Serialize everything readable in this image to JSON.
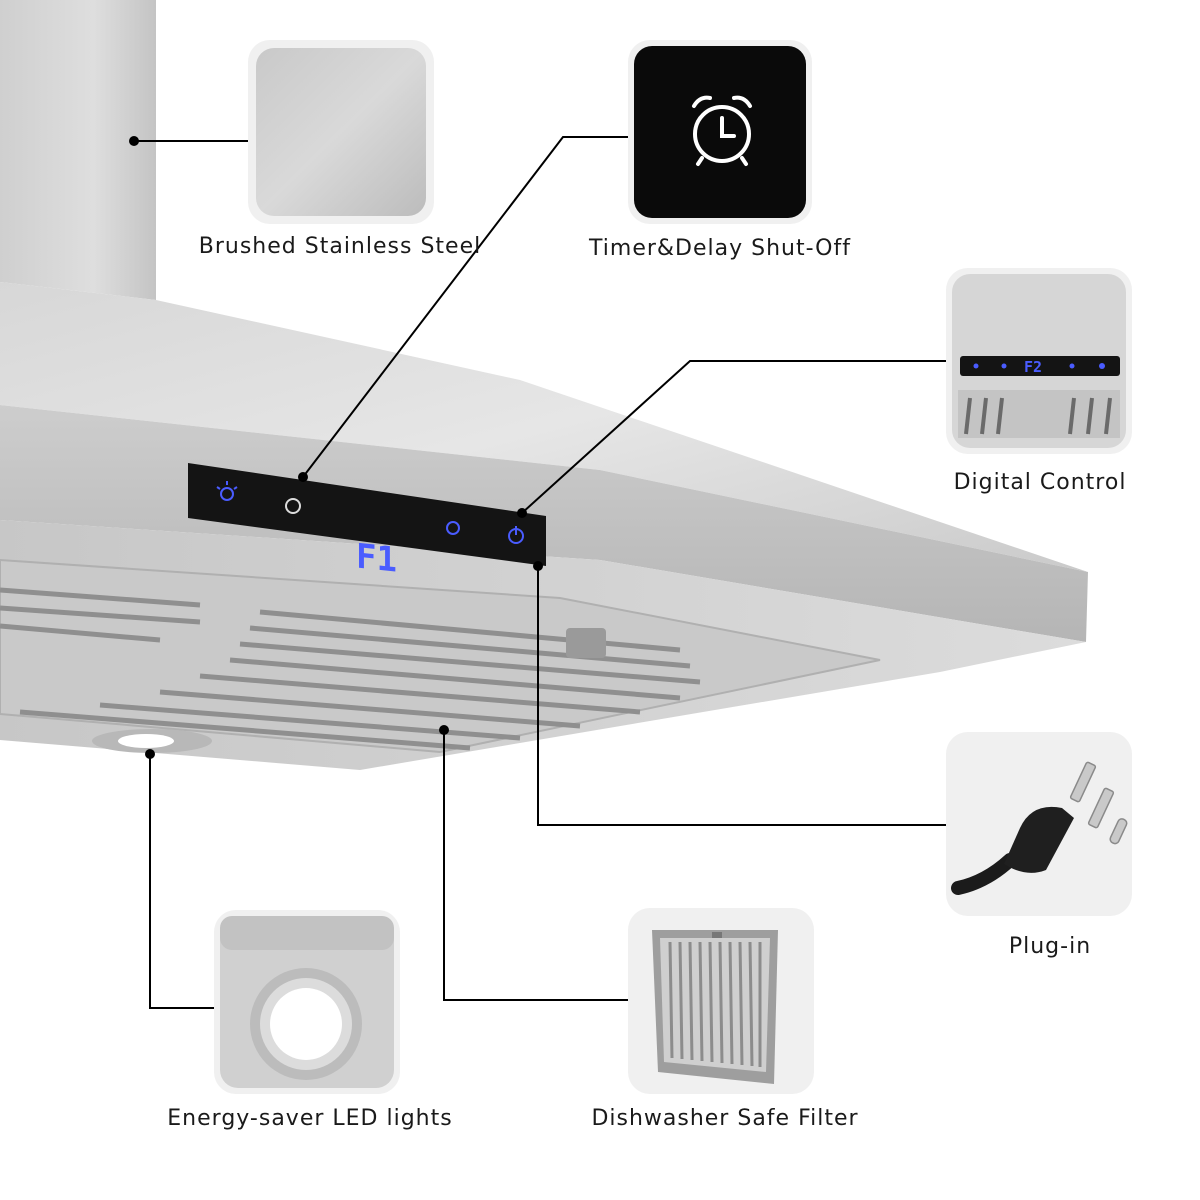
{
  "features": {
    "steel": {
      "label": "Brushed Stainless Steel"
    },
    "timer": {
      "label": "Timer&Delay Shut-Off"
    },
    "digital": {
      "label": "Digital Control"
    },
    "plug": {
      "label": "Plug-in"
    },
    "led": {
      "label": "Energy-saver LED lights"
    },
    "filter": {
      "label": "Dishwasher Safe Filter"
    }
  },
  "control_panel": {
    "display_text": "F1",
    "inset_display_text": "F2",
    "icons": [
      "light-icon",
      "timer-icon",
      "fan-icon",
      "power-icon"
    ]
  },
  "colors": {
    "steel_light": "#d8d8d8",
    "steel_mid": "#bdbdbd",
    "steel_dark": "#9c9c9c",
    "panel_black": "#141414",
    "display_blue": "#4a5cff",
    "leader_line": "#000000"
  }
}
